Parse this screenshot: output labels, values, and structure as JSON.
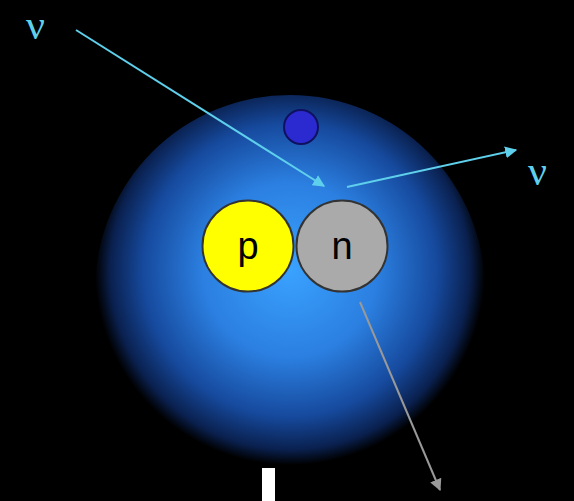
{
  "diagram": {
    "nodes": [
      {
        "text": [
          "p"
        ]
      },
      {
        "text": [
          "n"
        ]
      }
    ],
    "labels": [
      "ν",
      "ν"
    ]
  }
}
